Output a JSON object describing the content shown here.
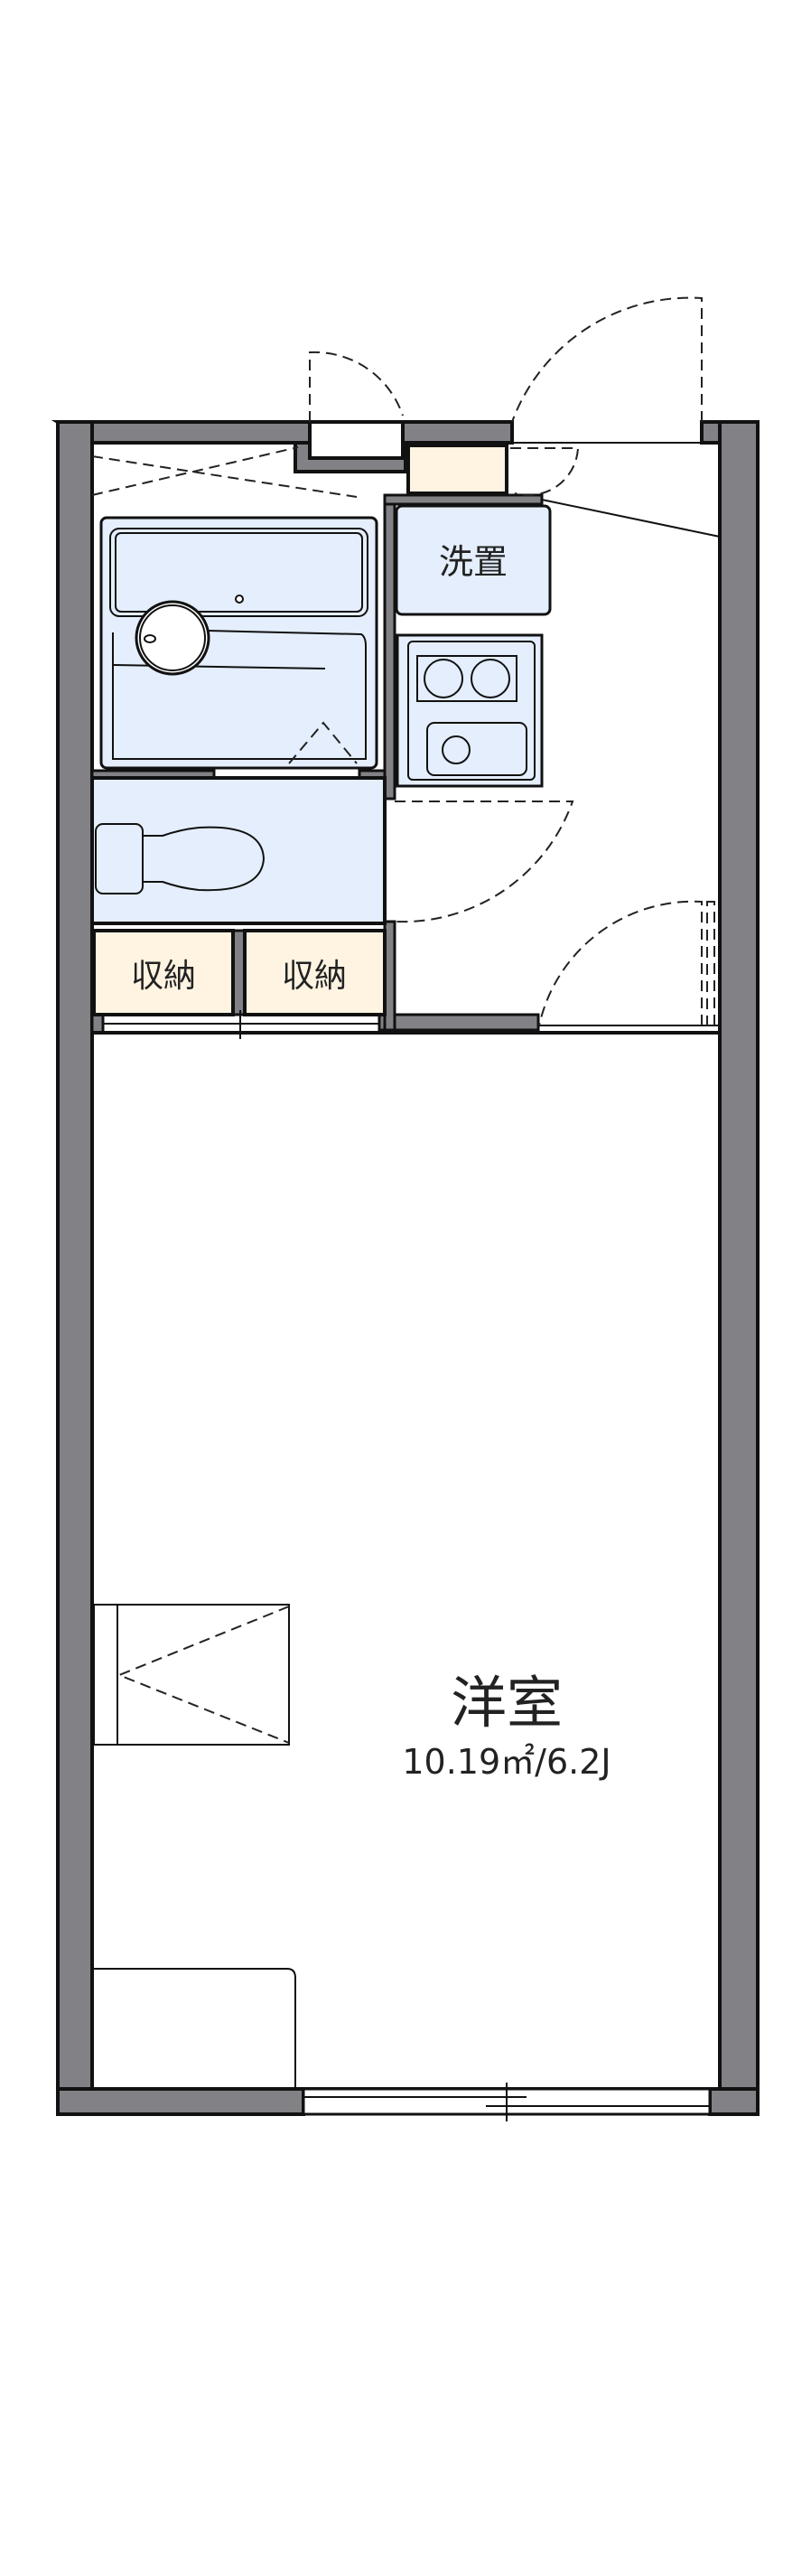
{
  "floorplan": {
    "rooms": {
      "washer": "洗置",
      "storage_1": "収納",
      "storage_2": "収納",
      "western_room": "洋室",
      "western_room_area": "10.19㎡/6.2J"
    },
    "colors": {
      "wall": "#828185",
      "wet_area": "#e4eefc",
      "storage": "#fff4e2"
    }
  }
}
